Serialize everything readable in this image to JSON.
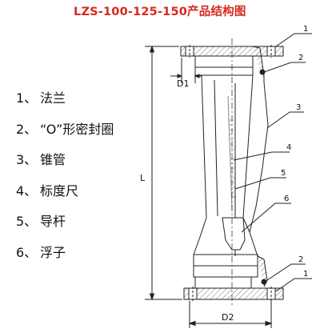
{
  "title": "LZS-100-125-150产品结构图",
  "legend": [
    {
      "num": "1、",
      "label": "法兰"
    },
    {
      "num": "2、",
      "label": "“O”形密封圈"
    },
    {
      "num": "3、",
      "label": "锥管"
    },
    {
      "num": "4、",
      "label": "标度尺"
    },
    {
      "num": "5、",
      "label": "导杆"
    },
    {
      "num": "6、",
      "label": "浮子"
    }
  ],
  "dimensions": {
    "d1": "D1",
    "d2": "D2",
    "length": "L"
  },
  "callouts": [
    "1",
    "2",
    "3",
    "4",
    "5",
    "6",
    "2",
    "1"
  ],
  "colors": {
    "title": "#d42a1f",
    "line": "#222222",
    "hatch": "#555555",
    "scale": "#888888"
  }
}
